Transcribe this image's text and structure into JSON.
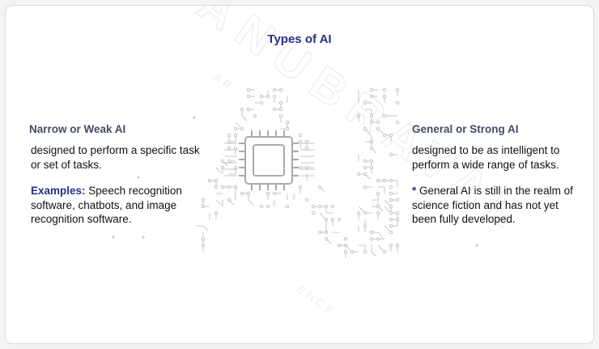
{
  "title": "Types of AI",
  "watermark": {
    "brand": "ANUBRAVAM",
    "sub_left": "AR",
    "sub_right": "ENCE"
  },
  "left": {
    "heading": "Narrow or Weak AI",
    "description": "designed to perform a specific task or set of tasks.",
    "examples_label": "Examples:",
    "examples_text": " Speech recognition software, chatbots, and image recognition software."
  },
  "right": {
    "heading": "General or Strong AI",
    "description": "designed to be as intelligent to perform a wide range of tasks.",
    "note_marker": "*",
    "note_text": " General AI is still in the realm of science fiction and has not yet been fully developed."
  },
  "colors": {
    "accent": "#2b2f86",
    "heading": "#454a66",
    "circuit": "#c7c7cc",
    "chip": "#a9a9af"
  }
}
